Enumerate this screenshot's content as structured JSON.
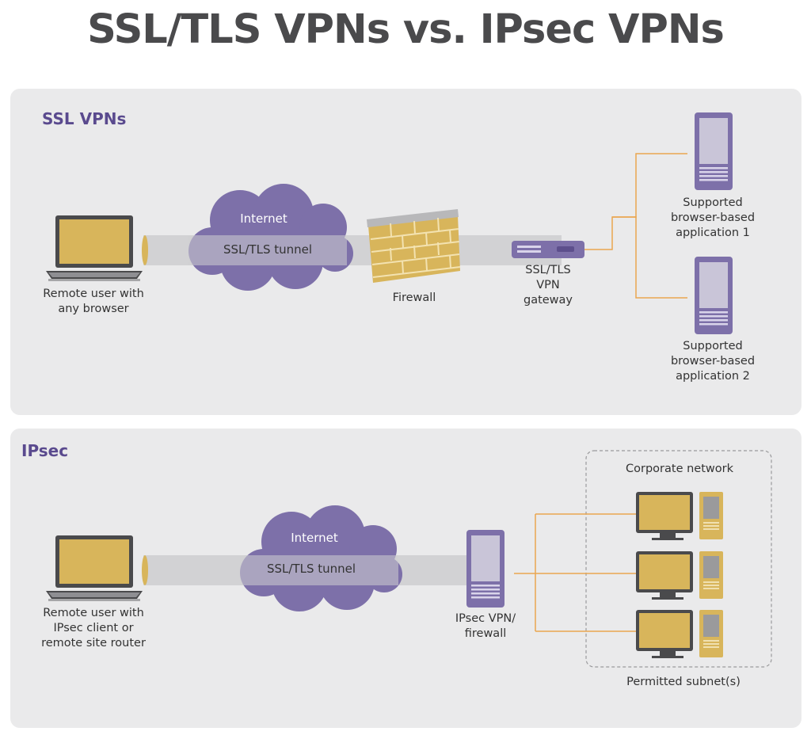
{
  "title": "SSL/TLS VPNs vs. IPsec VPNs",
  "colors": {
    "purple": "#7d70a9",
    "gold": "#d8b55b",
    "orange": "#e9a650",
    "panel": "#eaeaeb",
    "heading": "#5a4a8e"
  },
  "ssl": {
    "heading": "SSL VPNs",
    "cloud_label": "Internet",
    "tunnel_label": "SSL/TLS tunnel",
    "laptop_label": "Remote user with\nany browser",
    "firewall_label": "Firewall",
    "gateway_label": "SSL/TLS\nVPN\ngateway",
    "app1_label": "Supported\nbrowser-based\napplication 1",
    "app2_label": "Supported\nbrowser-based\napplication 2"
  },
  "ipsec": {
    "heading": "IPsec",
    "cloud_label": "Internet",
    "tunnel_label": "SSL/TLS tunnel",
    "laptop_label": "Remote user with\nIPsec client or\nremote site router",
    "firewall_label": "IPsec VPN/\nfirewall",
    "network_label": "Corporate network",
    "subnet_label": "Permitted subnet(s)"
  }
}
